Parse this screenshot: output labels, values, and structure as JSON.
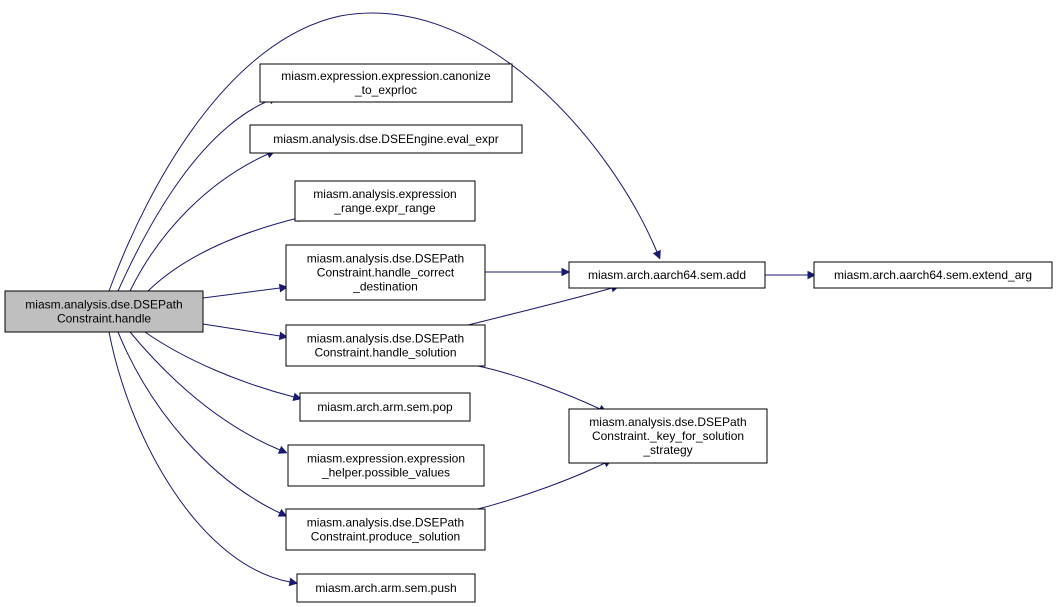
{
  "diagram": {
    "nodes": {
      "handle": [
        "miasm.analysis.dse.DSEPath",
        "Constraint.handle"
      ],
      "canonize": [
        "miasm.expression.expression.canonize",
        "_to_exprloc"
      ],
      "eval_expr": [
        "miasm.analysis.dse.DSEEngine.eval_expr"
      ],
      "expr_range": [
        "miasm.analysis.expression",
        "_range.expr_range"
      ],
      "handle_correct_destination": [
        "miasm.analysis.dse.DSEPath",
        "Constraint.handle_correct",
        "_destination"
      ],
      "handle_solution": [
        "miasm.analysis.dse.DSEPath",
        "Constraint.handle_solution"
      ],
      "pop": [
        "miasm.arch.arm.sem.pop"
      ],
      "possible_values": [
        "miasm.expression.expression",
        "_helper.possible_values"
      ],
      "produce_solution": [
        "miasm.analysis.dse.DSEPath",
        "Constraint.produce_solution"
      ],
      "push": [
        "miasm.arch.arm.sem.push"
      ],
      "sem_add": [
        "miasm.arch.aarch64.sem.add"
      ],
      "key_for_solution_strategy": [
        "miasm.analysis.dse.DSEPath",
        "Constraint._key_for_solution",
        "_strategy"
      ],
      "extend_arg": [
        "miasm.arch.aarch64.sem.extend_arg"
      ]
    },
    "edges": [
      [
        "handle",
        "sem_add"
      ],
      [
        "handle",
        "canonize"
      ],
      [
        "handle",
        "eval_expr"
      ],
      [
        "handle",
        "expr_range"
      ],
      [
        "handle",
        "handle_correct_destination"
      ],
      [
        "handle",
        "handle_solution"
      ],
      [
        "handle",
        "pop"
      ],
      [
        "handle",
        "possible_values"
      ],
      [
        "handle",
        "produce_solution"
      ],
      [
        "handle",
        "push"
      ],
      [
        "handle_correct_destination",
        "sem_add"
      ],
      [
        "handle_solution",
        "sem_add"
      ],
      [
        "handle_solution",
        "key_for_solution_strategy"
      ],
      [
        "produce_solution",
        "key_for_solution_strategy"
      ],
      [
        "sem_add",
        "extend_arg"
      ]
    ],
    "colors": {
      "edge": "#191970",
      "root_fill": "#bfbfbf",
      "node_fill": "#ffffff",
      "node_border": "#000000"
    }
  }
}
